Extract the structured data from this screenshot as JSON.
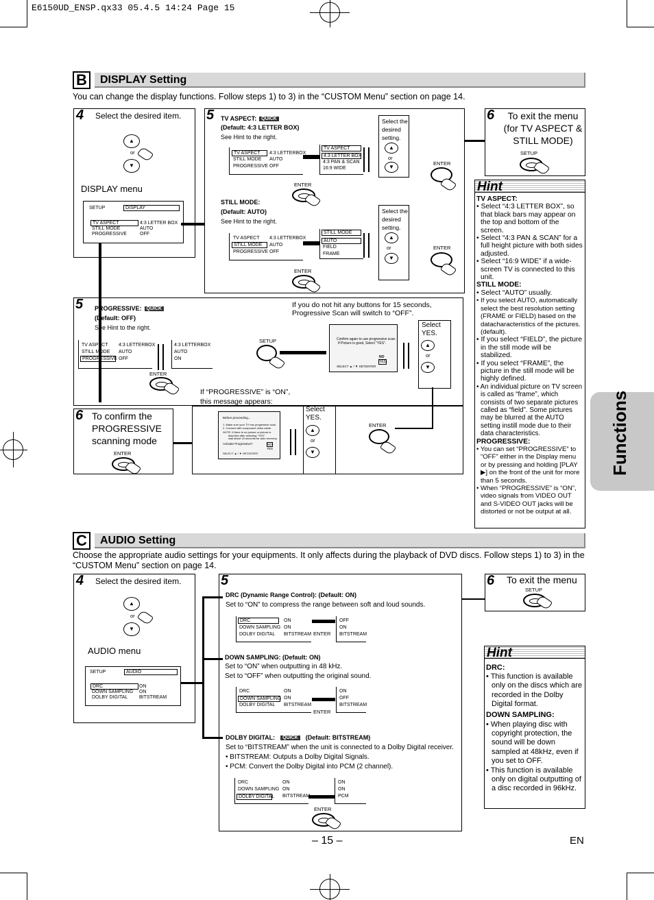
{
  "print_header": "E6150UD_ENSP.qx33  05.4.5 14:24  Page 15",
  "side_tab": "Functions",
  "page_number": "– 15 –",
  "lang": "EN",
  "display": {
    "letter": "B",
    "title": "DISPLAY Setting",
    "intro": "You can change the display functions. Follow steps 1) to 3) in the “CUSTOM Menu” section on page 14.",
    "step4": {
      "num": "4",
      "text": "Select the desired item.",
      "or": "or",
      "menu_label": "DISPLAY menu",
      "menu": {
        "setup": "SETUP",
        "tab": "DISPLAY",
        "rows": [
          [
            "TV ASPECT",
            "4:3 LETTER BOX"
          ],
          [
            "STILL MODE",
            "AUTO"
          ],
          [
            "PROGRESSIVE",
            "OFF"
          ]
        ]
      }
    },
    "step5": {
      "num": "5",
      "tv_title": "TV ASPECT:",
      "quick": "QUICK",
      "tv_default": "(Default: 4:3 LETTER BOX)",
      "tv_hint": "See Hint to the right.",
      "tv_menu": [
        [
          "TV ASPECT",
          "4:3 LETTERBOX"
        ],
        [
          "STILL MODE",
          "AUTO"
        ],
        [
          "PROGRESSIVE",
          "OFF"
        ]
      ],
      "tv_options": {
        "head": "TV ASPECT",
        "items": [
          "4:3 LETTER BOX",
          "4:3 PAN & SCAN",
          "16:9 WIDE"
        ]
      },
      "select_desired": "Select the desired setting.",
      "enter": "ENTER",
      "or": "or",
      "still_title": "STILL MODE:",
      "still_default": "(Default: AUTO)",
      "still_hint": "See Hint to the right.",
      "still_menu": [
        [
          "TV ASPECT",
          "4:3 LETTERBOX"
        ],
        [
          "STILL MODE",
          "AUTO"
        ],
        [
          "PROGRESSIVE",
          "OFF"
        ]
      ],
      "still_options": {
        "head": "STILL MODE",
        "items": [
          "AUTO",
          "FIELD",
          "FRAME"
        ]
      }
    },
    "step6": {
      "num": "6",
      "text": "To exit the menu (for TV ASPECT & STILL MODE)",
      "setup": "SETUP"
    },
    "prog": {
      "num": "5",
      "title": "PROGRESSIVE:",
      "quick": "QUICK",
      "default": "(Default: OFF)",
      "hint": "See Hint to the right.",
      "menu": [
        [
          "TV ASPECT",
          "4:3 LETTERBOX"
        ],
        [
          "STILL MODE",
          "AUTO"
        ],
        [
          "PROGRESSIVE",
          "OFF"
        ]
      ],
      "options": [
        "4:3 LETTERBOX",
        "AUTO",
        "ON"
      ],
      "enter": "ENTER",
      "setup": "SETUP",
      "timeout_note": "If you do not hit any buttons for 15 seconds, Progressive Scan will switch to “OFF”.",
      "select_yes": "Select YES.",
      "or": "or",
      "screen1": {
        "line1": "Confirm again to use progressive scan.",
        "line2": "If Picture is good, Select \"YES\".",
        "no": "NO",
        "yes": "YES",
        "footer": "SELECT ▲ / ▼      SET:ENTER"
      },
      "on_note": "If “PROGRESSIVE” is “ON”, this message appears:",
      "screen2": {
        "lines": [
          "Before proceeding...",
          "1. Make sure your TV has progressive scan.",
          "2. Connect with component video cable.",
          "NOTE: If there is no picture or picture is",
          "distorted after selecting \"YES\"",
          "wait about 15 seconds for auto recovery."
        ],
        "activate": "Activate Progressive?",
        "no": "NO",
        "yes": "YES",
        "footer": "SELECT ▲ / ▼         SET:ENTER"
      },
      "select_yes2": "Select YES.",
      "enter2": "ENTER"
    },
    "prog6": {
      "num": "6",
      "text": "To confirm the PROGRESSIVE scanning mode",
      "enter": "ENTER"
    }
  },
  "display_hint": {
    "title": "Hint",
    "tv_head": "TV ASPECT:",
    "tv_items": [
      "• Select “4:3 LETTER BOX”, so that black bars may appear on the top and bottom of the screen.",
      "• Select “4:3 PAN & SCAN” for a full height picture with both sides adjusted.",
      "• Select “16:9 WIDE” if a wide-screen TV is connected to this unit."
    ],
    "still_head": "STILL MODE:",
    "still_items": [
      "• Select “AUTO” usually.",
      "• If you select AUTO, automatically select the best resolution setting (FRAME or FIELD) based on the datacharacteristics of the pictures. (default).",
      "• If you select “FIELD”, the picture in the still mode will be stabilized.",
      "• If you select “FRAME”, the picture in the still mode will be highly defined.",
      "• An individual picture on TV screen is called as “frame”, which consists of two separate pictures called as “field”. Some pictures may be blurred at the AUTO setting instill mode due to their data characteristics."
    ],
    "prog_head": "PROGRESSIVE:",
    "prog_items": [
      "• You can set “PROGRESSIVE” to “OFF” either in the Display menu or by pressing and holding [PLAY ▶] on the front of the unit for more than 5 seconds.",
      "• When “PROGRESSIVE” is “ON”, video signals from VIDEO OUT and S-VIDEO OUT jacks will be distorted or not be output at all."
    ]
  },
  "audio": {
    "letter": "C",
    "title": "AUDIO Setting",
    "intro": "Choose the appropriate audio settings for your equipments. It only affects during the playback of DVD discs. Follow steps 1) to 3) in the “CUSTOM Menu” section on page 14.",
    "step4": {
      "num": "4",
      "text": "Select the desired item.",
      "or": "or",
      "menu_label": "AUDIO menu",
      "menu": {
        "setup": "SETUP",
        "tab": "AUDIO",
        "rows": [
          [
            "DRC",
            "ON"
          ],
          [
            "DOWN SAMPLING",
            "ON"
          ],
          [
            "DOLBY DIGITAL",
            "BITSTREAM"
          ]
        ]
      }
    },
    "step5": {
      "num": "5",
      "drc_title": "DRC (Dynamic Range Control): (Default: ON)",
      "drc_desc": "Set to “ON” to compress the range between soft and loud sounds.",
      "drc_menu": [
        [
          "DRC",
          "ON"
        ],
        [
          "DOWN SAMPLING",
          "ON"
        ],
        [
          "DOLBY DIGITAL",
          "BITSTREAM"
        ]
      ],
      "drc_opts": [
        "OFF",
        "ON",
        "BITSTREAM"
      ],
      "ds_title": "DOWN SAMPLING: (Default: ON)",
      "ds_desc1": "Set to “ON” when outputting in 48 kHz.",
      "ds_desc2": "Set to “OFF” when outputting the original sound.",
      "ds_menu": [
        [
          "DRC",
          "ON"
        ],
        [
          "DOWN SAMPLING",
          "ON"
        ],
        [
          "DOLBY DIGITAL",
          "BITSTREAM"
        ]
      ],
      "ds_opts": [
        "ON",
        "OFF",
        "BITSTREAM"
      ],
      "dd_title": "DOLBY DIGITAL:",
      "quick": "QUICK",
      "dd_default": "(Default: BITSTREAM)",
      "dd_desc": "Set to “BITSTREAM” when the unit is connected to a Dolby Digital receiver.",
      "dd_b1": "• BITSTREAM: Outputs a Dolby Digital Signals.",
      "dd_b2": "• PCM: Convert the Dolby Digital into PCM (2 channel).",
      "dd_menu": [
        [
          "DRC",
          "ON"
        ],
        [
          "DOWN SAMPLING",
          "ON"
        ],
        [
          "DOLBY DIGITAL",
          "BITSTREAM"
        ]
      ],
      "dd_opts": [
        "ON",
        "ON",
        "PCM"
      ],
      "enter": "ENTER"
    },
    "step6": {
      "num": "6",
      "text": "To exit the menu",
      "setup": "SETUP"
    }
  },
  "audio_hint": {
    "title": "Hint",
    "drc_head": "DRC:",
    "drc_item": "• This function is available only on the discs which are recorded in the Dolby Digital format.",
    "ds_head": "DOWN SAMPLING:",
    "ds_items": [
      "• When playing disc with copyright protection, the sound will be down sampled at 48kHz, even if you set to OFF.",
      "• This function is available only on digital outputting of a disc recorded in 96kHz."
    ]
  }
}
